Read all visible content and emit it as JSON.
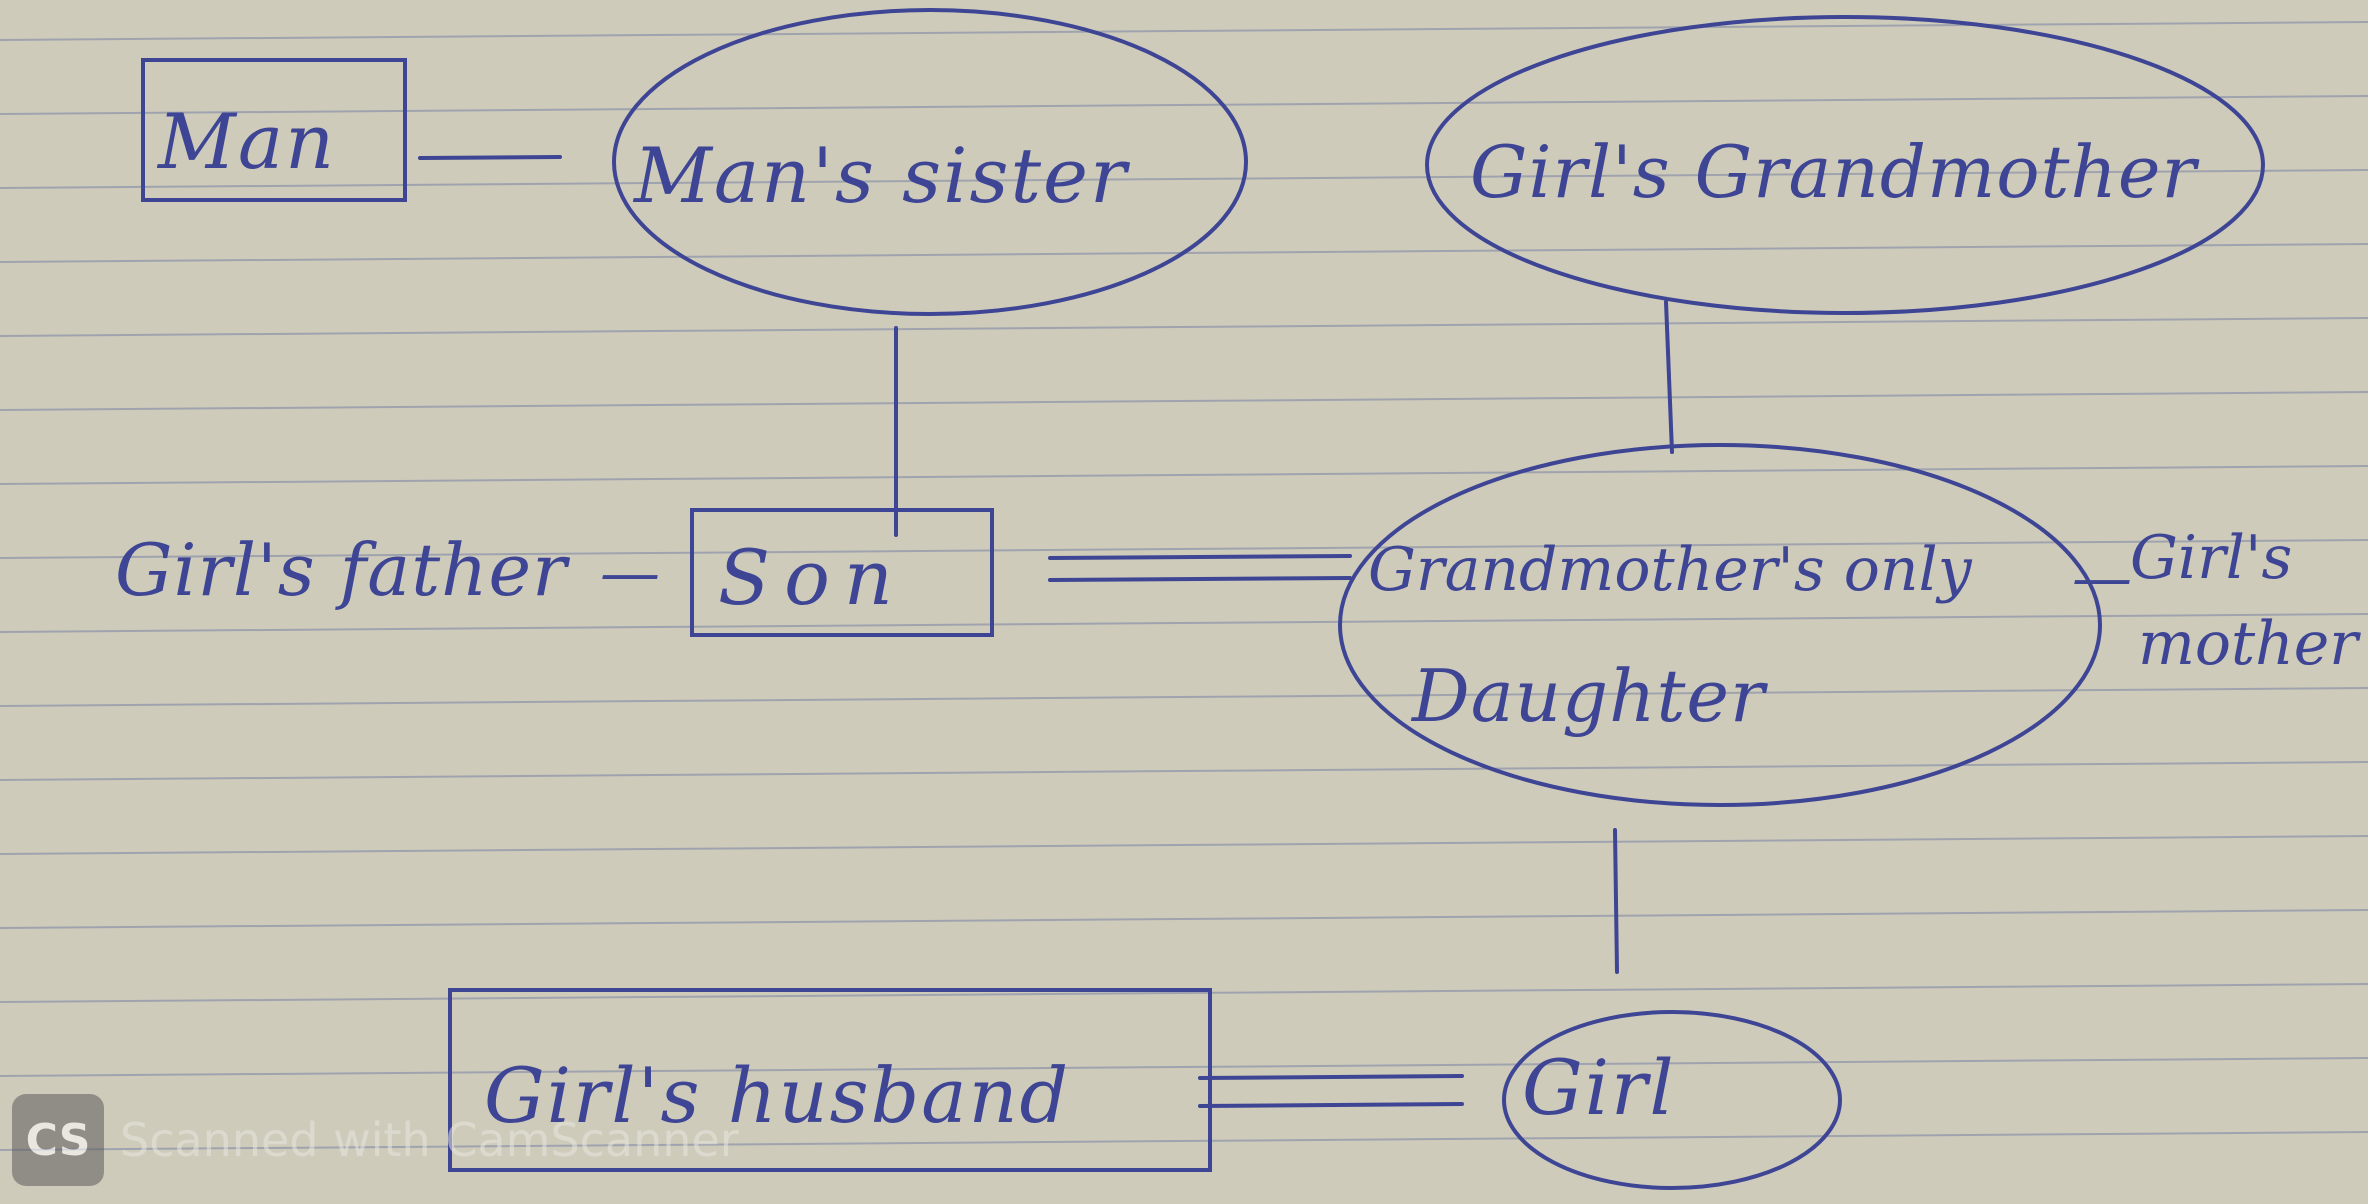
{
  "diagram": {
    "nodes": {
      "man": "Man",
      "mans_sister": "Man's sister",
      "girls_grandmother": "Girl's Grandmother",
      "girls_father": "Girl's father",
      "son": "Son",
      "grandmothers_only_daughter_1": "Grandmother's only",
      "grandmothers_only_daughter_2": "Daughter",
      "girls_mother_1": "Girl's",
      "girls_mother_2": "mother",
      "girls_husband": "Girl's husband",
      "girl": "Girl"
    },
    "connectors": {
      "dash": "—"
    }
  },
  "watermark": {
    "logo": "CS",
    "text": "Scanned with CamScanner"
  },
  "colors": {
    "ink": "#3d4594",
    "paper": "#cfcbbb",
    "rule": "#9fa3ae"
  }
}
